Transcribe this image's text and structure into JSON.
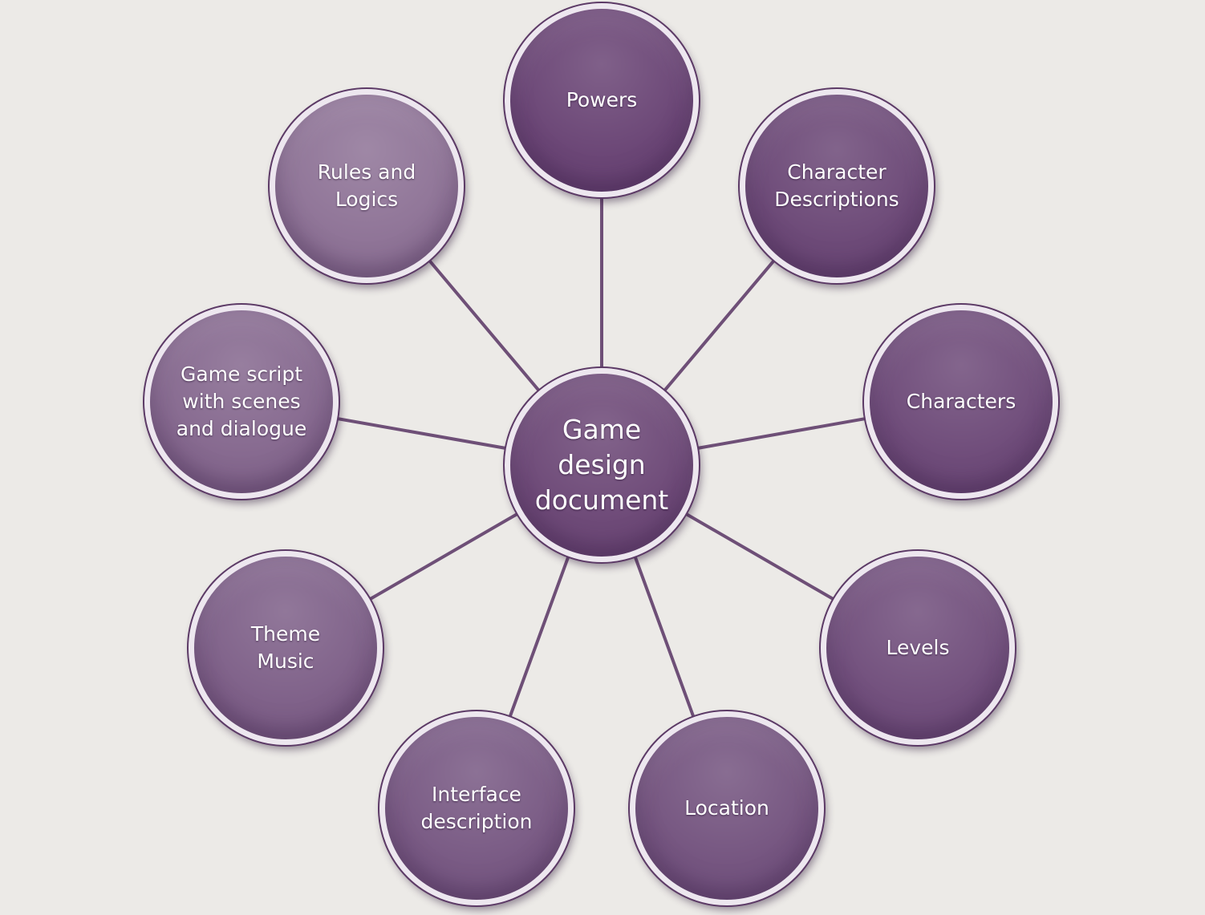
{
  "diagram": {
    "center": {
      "id": "game-design-document",
      "label": "Game\ndesign\ndocument",
      "color": "#6E4A78"
    },
    "nodes": [
      {
        "id": "powers",
        "label": "Powers",
        "color": "#6B4676"
      },
      {
        "id": "character-descriptions",
        "label": "Character\nDescriptions",
        "color": "#6D4A78"
      },
      {
        "id": "characters",
        "label": "Characters",
        "color": "#6F4C7A"
      },
      {
        "id": "levels",
        "label": "Levels",
        "color": "#72507D"
      },
      {
        "id": "location",
        "label": "Location",
        "color": "#755580"
      },
      {
        "id": "interface-description",
        "label": "Interface\ndescription",
        "color": "#795A84"
      },
      {
        "id": "theme-music",
        "label": "Theme\nMusic",
        "color": "#7F6189"
      },
      {
        "id": "game-script",
        "label": "Game script\nwith scenes\nand dialogue",
        "color": "#86698F"
      },
      {
        "id": "rules-and-logics",
        "label": "Rules and\nLogics",
        "color": "#8F7497"
      }
    ],
    "connector_color": "#6E4F77",
    "border_color": "#EDE7EF",
    "background": "#ECEAE7"
  }
}
